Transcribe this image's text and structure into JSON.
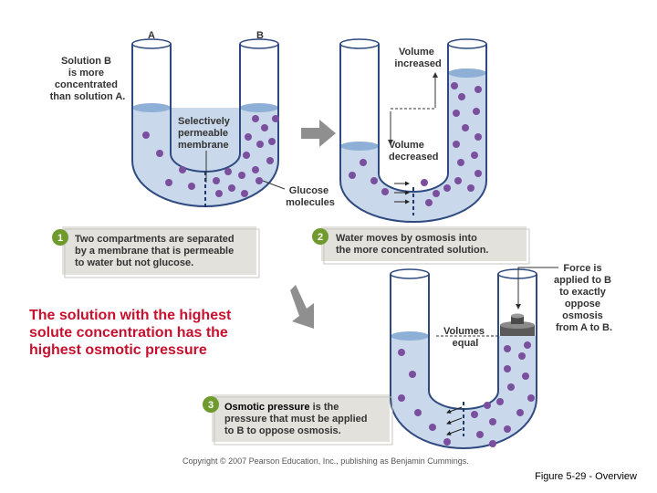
{
  "panel1": {
    "label_a": "A",
    "label_b": "B",
    "solution_note": [
      "Solution B",
      "is more",
      "concentrated",
      "than solution A."
    ],
    "membrane_label": [
      "Selectively",
      "permeable",
      "membrane"
    ],
    "glucose_label": [
      "Glucose",
      "molecules"
    ],
    "step_number": "1",
    "caption": [
      "Two compartments are separated",
      "by a membrane that is permeable",
      "to water but not glucose."
    ]
  },
  "panel2": {
    "volume_increased": [
      "Volume",
      "increased"
    ],
    "volume_decreased": [
      "Volume",
      "decreased"
    ],
    "step_number": "2",
    "caption": [
      "Water moves by osmosis into",
      "the more concentrated solution."
    ]
  },
  "panel3": {
    "volumes_equal": [
      "Volumes",
      "equal"
    ],
    "force_label": [
      "Force is",
      "applied to B",
      "to exactly",
      "oppose",
      "osmosis",
      "from A to B."
    ],
    "step_number": "3",
    "caption_bold": "Osmotic pressure",
    "caption_rest": [
      " is the",
      "pressure that must be applied",
      "to B to oppose osmosis."
    ]
  },
  "note": [
    "The solution with the highest",
    "solute concentration has the",
    "highest osmotic pressure"
  ],
  "copyright": "Copyright © 2007 Pearson Education, Inc., publishing as Benjamin Cummings.",
  "figure_ref": "Figure 5-29 - Overview",
  "colors": {
    "water": "#c9d8ea",
    "surface": "#8fb0d6",
    "tube": "#2f4a80",
    "molecule": "#7a4f9e",
    "caption_box": "#e2e1dc",
    "step_badge": "#6e9a2e",
    "arrow": "#8f8f8f",
    "note": "#c8102e"
  }
}
